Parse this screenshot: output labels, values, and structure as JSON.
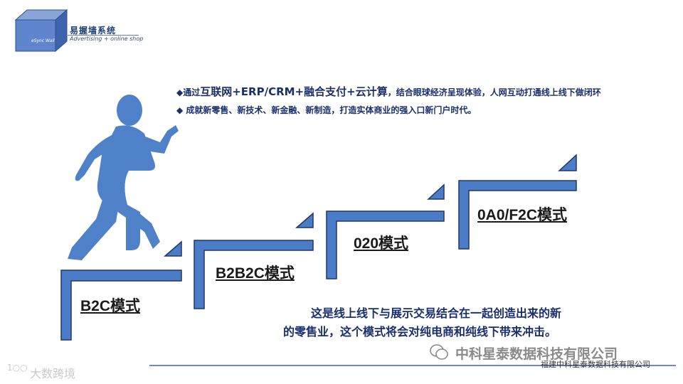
{
  "logo": {
    "title": "易握墙系统",
    "subtitle": "Advertising + online shop",
    "cube_label": "eSync Wall"
  },
  "bullets": {
    "line1_prefix": "◆通过",
    "line1_big": "互联网+ERP/CRM+融合支付+云计算",
    "line1_suffix": "，结合眼球经济呈现体验，人网互动打通线上线下做闭环",
    "line2": "◆ 成就新零售、新技术、新金融、新制造，打造实体商业的强入口新门户时代。"
  },
  "steps": {
    "b2c": "B2C模式",
    "b2b2c": "B2B2C模式",
    "o2o": "020模式",
    "oao": "0A0/F2C模式"
  },
  "description": {
    "line1": "这是线上线下与展示交易结合在一起创造出来的新",
    "line2": "的零售业，这个模式将会对纯电商和纯线下带来冲击。"
  },
  "footer": {
    "company": "福建中科星泰数据科技有限公司",
    "watermark_company": "中科星泰数据科技有限公司",
    "watermark_bottom": "大数跨境",
    "watermark_logo": "1○○"
  },
  "colors": {
    "step_blue": "#4a7cc7",
    "step_outline": "#203864",
    "figure_blue": "#4f81c9"
  }
}
